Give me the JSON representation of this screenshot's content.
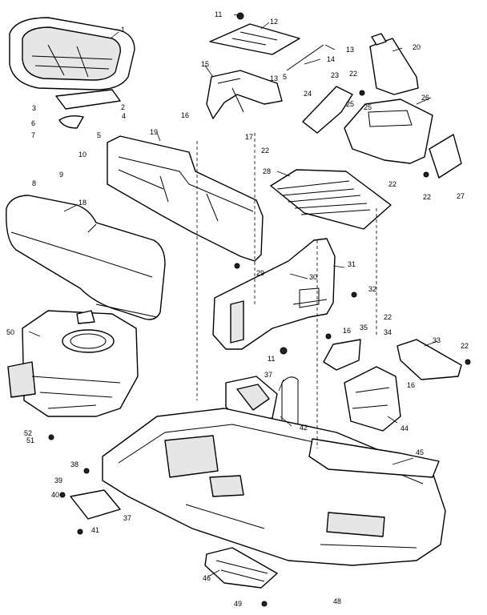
{
  "callouts": {
    "c1": "1",
    "c2": "2",
    "c3": "3",
    "c4": "4",
    "c5a": "5",
    "c5b": "5",
    "c6": "6",
    "c7": "7",
    "c8": "8",
    "c9": "9",
    "c10": "10",
    "c11a": "11",
    "c11b": "11",
    "c12": "12",
    "c13a": "13",
    "c13b": "13",
    "c14": "14",
    "c15": "15",
    "c16a": "16",
    "c16b": "16",
    "c16c": "16",
    "c17": "17",
    "c18": "18",
    "c19": "19",
    "c20": "20",
    "c22a": "22",
    "c22b": "22",
    "c22c": "22",
    "c22d": "22",
    "c22e": "22",
    "c22f": "22",
    "c23": "23",
    "c24": "24",
    "c25a": "25",
    "c25b": "25",
    "c26": "26",
    "c27": "27",
    "c28": "28",
    "c29": "29",
    "c30": "30",
    "c31": "31",
    "c32": "32",
    "c33": "33",
    "c34": "34",
    "c35": "35",
    "c37a": "37",
    "c37b": "37",
    "c38": "38",
    "c39": "39",
    "c40": "40",
    "c41": "41",
    "c42": "42",
    "c44": "44",
    "c45": "45",
    "c46": "46",
    "c48": "48",
    "c49": "49",
    "c50": "50",
    "c51": "51",
    "c52": "52"
  },
  "colors": {
    "line": "#000000",
    "fill": "#ffffff",
    "shade": "#e6e6e6"
  }
}
